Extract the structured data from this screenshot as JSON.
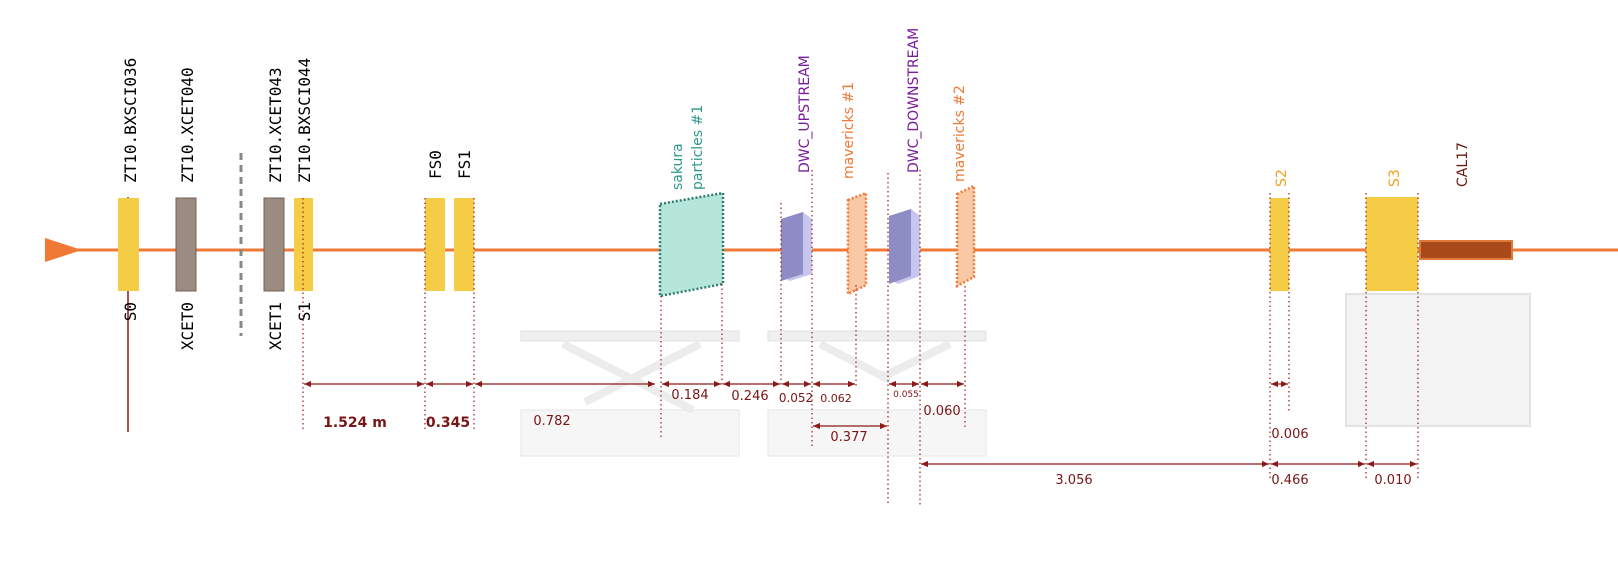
{
  "beam_direction_icon": "triangle-right-icon",
  "colors": {
    "beamline": "#f07a35",
    "scintillator": "#f5cc45",
    "cherenkov": "#9b8b81",
    "dimension": "#8b1a1a",
    "sakura": "#2e9a8c",
    "sakura_fill": "#b6e6da",
    "dwc": "#7a1d9a",
    "dwc_fill": "#8d8cc4",
    "mavericks": "#f07a35",
    "mavericks_fill": "#f9c9a6",
    "s_label": "#f0a020",
    "cal": "#b04a1a",
    "cal_label": "#6b1a10",
    "support": "#ececec"
  },
  "components": {
    "zt10_bxsci036": "ZT10.BXSCI036",
    "s0": "S0",
    "zt10_xcet040": "ZT10.XCET040",
    "xcet0": "XCET0",
    "zt10_xcet043": "ZT10.XCET043",
    "xcet1": "XCET1",
    "zt10_bxsci044": "ZT10.BXSCI044",
    "s1": "S1",
    "fs0": "FS0",
    "fs1": "FS1",
    "sakura_line1": "sakura",
    "sakura_line2": "particles #1",
    "dwc_upstream": "DWC_UPSTREAM",
    "mavericks1": "mavericks #1",
    "dwc_downstream": "DWC_DOWNSTREAM",
    "mavericks2": "mavericks #2",
    "s2": "S2",
    "s3": "S3",
    "cal17": "CAL17"
  },
  "distances": {
    "s1_fs0": "1.524 m",
    "fs0_fs1": "0.345",
    "fs1_sakura": "0.782",
    "sakura_width": "0.184",
    "sakura_dwcup": "0.246",
    "dwcup_width": "0.052",
    "dwcup_mav1": "0.062",
    "dwcup_dwcdown": "0.377",
    "dwcdown_width": "0.055",
    "dwcdown_mav2": "0.060",
    "dwcdown_s2": "3.056",
    "s2_width": "0.006",
    "s2_s3": "0.466",
    "s3_width": "0.010"
  }
}
